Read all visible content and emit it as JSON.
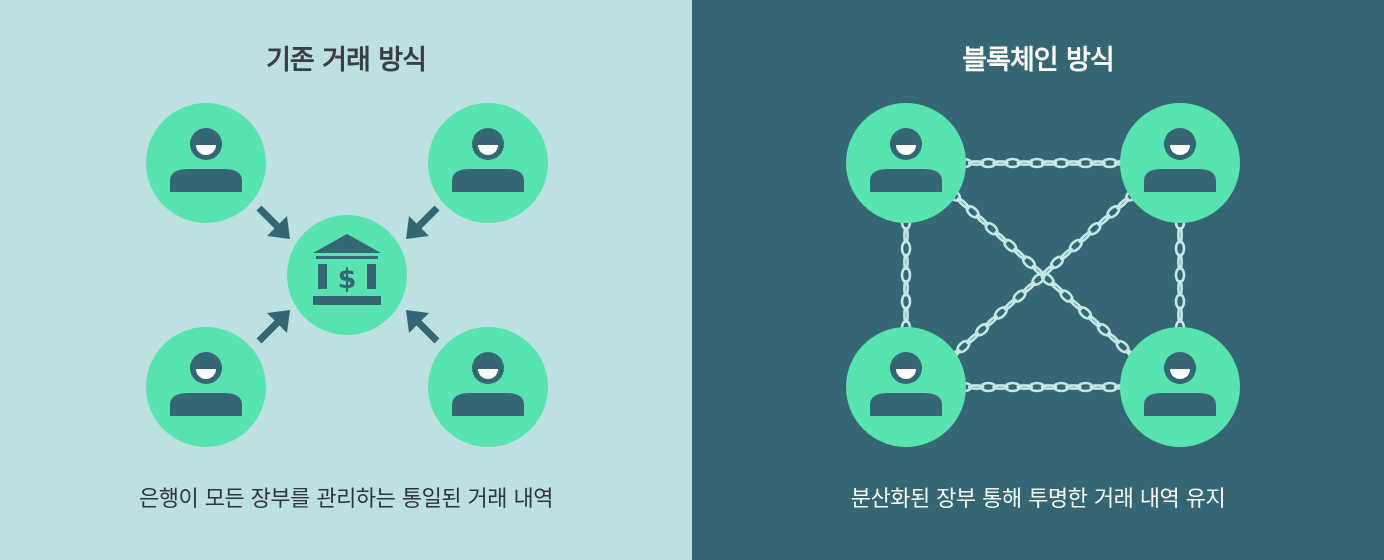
{
  "left_panel": {
    "title": "기존 거래 방식",
    "caption": "은행이 모든 장부를 관리하는 통일된 거래 내역",
    "center_icon": "bank-icon",
    "node_icon": "user-icon",
    "connector_icon": "arrow-icon"
  },
  "right_panel": {
    "title": "블록체인 방식",
    "caption": "분산화된 장부 통해 투명한 거래 내역 유지",
    "node_icon": "user-icon",
    "connector_icon": "chain-icon"
  },
  "colors": {
    "left_background": "#bde1e3",
    "right_background": "#356674",
    "node_fill": "#58e3b0",
    "icon_dark": "#356674",
    "chain": "#c4e8e8"
  }
}
